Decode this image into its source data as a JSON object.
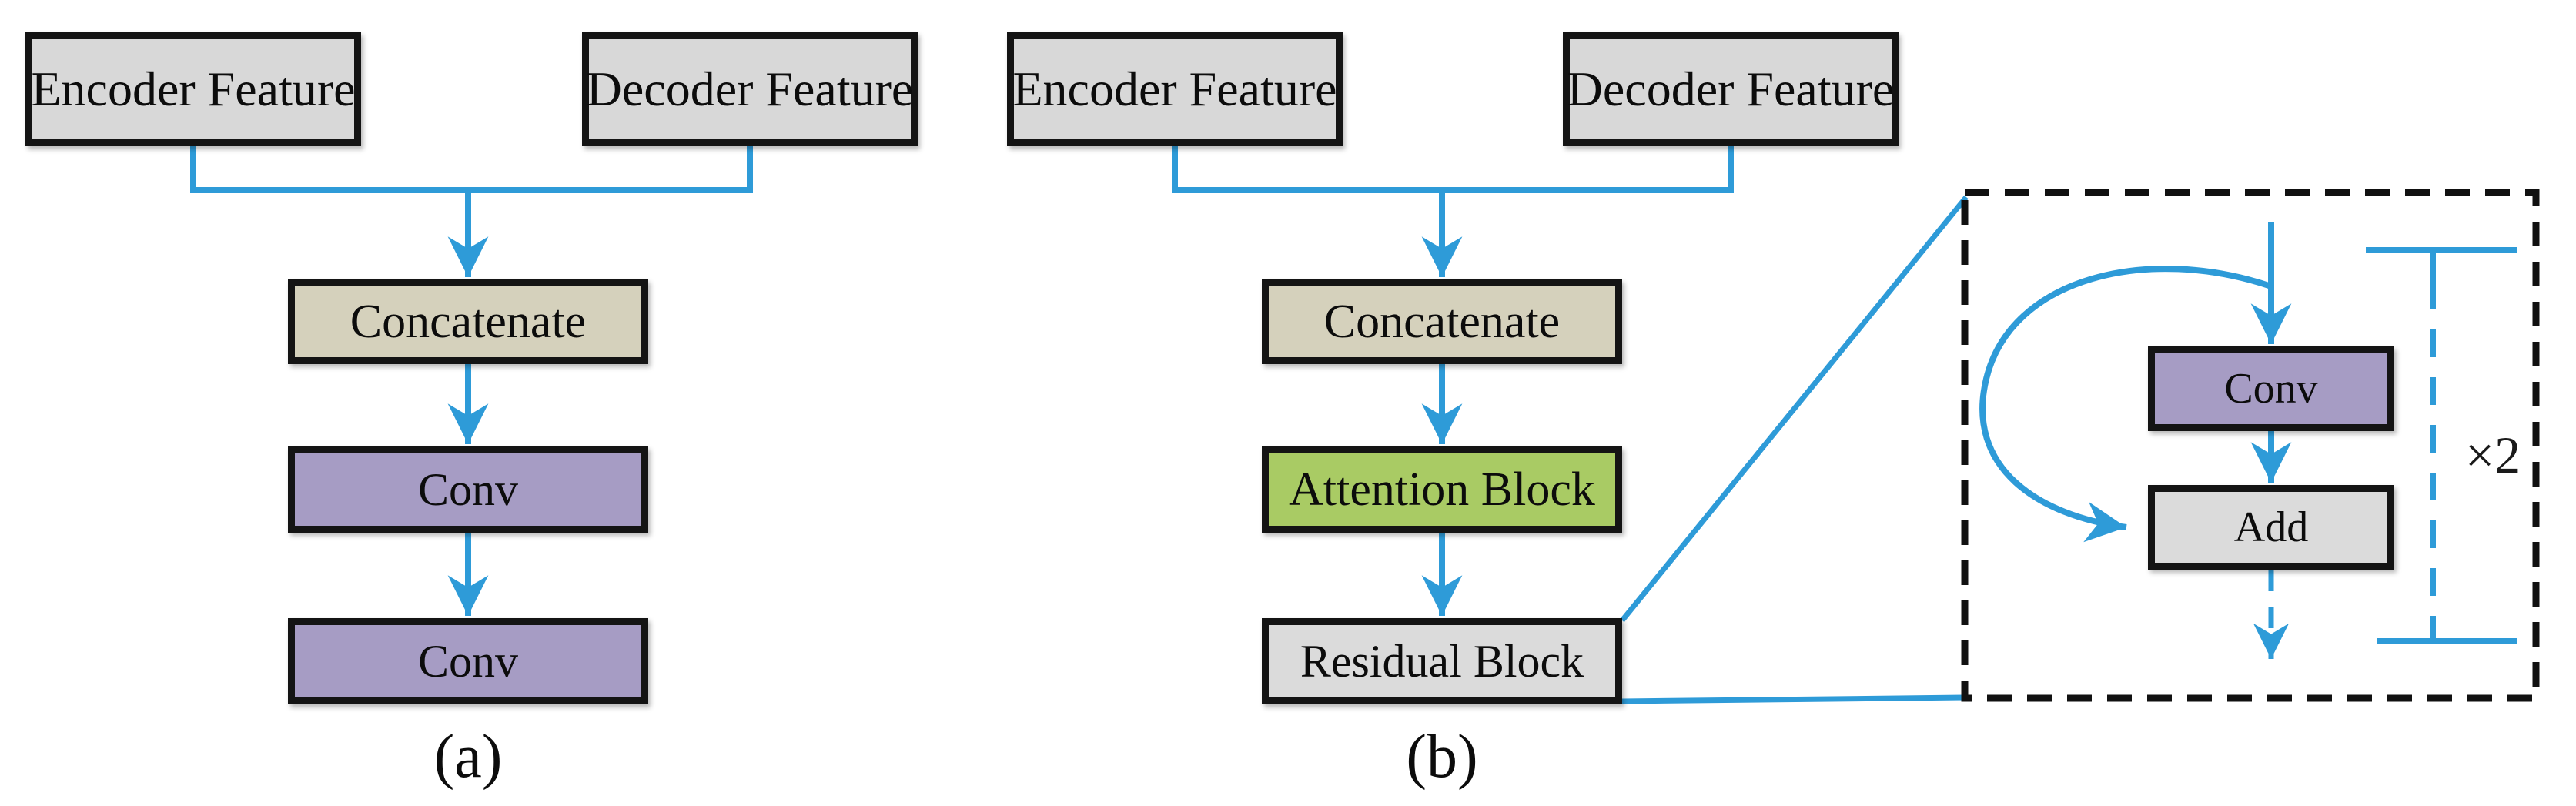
{
  "figure": {
    "panel_a": {
      "caption": "(a)",
      "nodes": {
        "encoder": "Encoder Feature",
        "decoder": "Decoder Feature",
        "concatenate": "Concatenate",
        "conv1": "Conv",
        "conv2": "Conv"
      },
      "edges": [
        "Encoder Feature + Decoder Feature -> Concatenate",
        "Concatenate -> Conv",
        "Conv -> Conv"
      ]
    },
    "panel_b": {
      "caption": "(b)",
      "nodes": {
        "encoder": "Encoder Feature",
        "decoder": "Decoder Feature",
        "concatenate": "Concatenate",
        "attention": "Attention Block",
        "residual": "Residual Block"
      },
      "edges": [
        "Encoder Feature + Decoder Feature -> Concatenate",
        "Concatenate -> Attention Block",
        "Attention Block -> Residual Block",
        "Residual Block expanded in dashed inset"
      ]
    },
    "residual_detail": {
      "nodes": {
        "conv": "Conv",
        "add": "Add"
      },
      "repeat_label": "×2",
      "edges": [
        "input -> Conv",
        "Conv -> Add",
        "input skip connection -> Add",
        "Add -> output (dashed)"
      ]
    },
    "colors": {
      "feature_box": "#d8d8d8",
      "concatenate_box": "#d5d1bc",
      "conv_box": "#a69cc4",
      "attention_box": "#a9cb64",
      "residual_box": "#dbdbdb",
      "add_box": "#dbdbdb",
      "arrow_blue": "#2e9bd8",
      "box_border": "#141414",
      "dashed_inset_border": "#111111",
      "background": "#ffffff"
    }
  }
}
